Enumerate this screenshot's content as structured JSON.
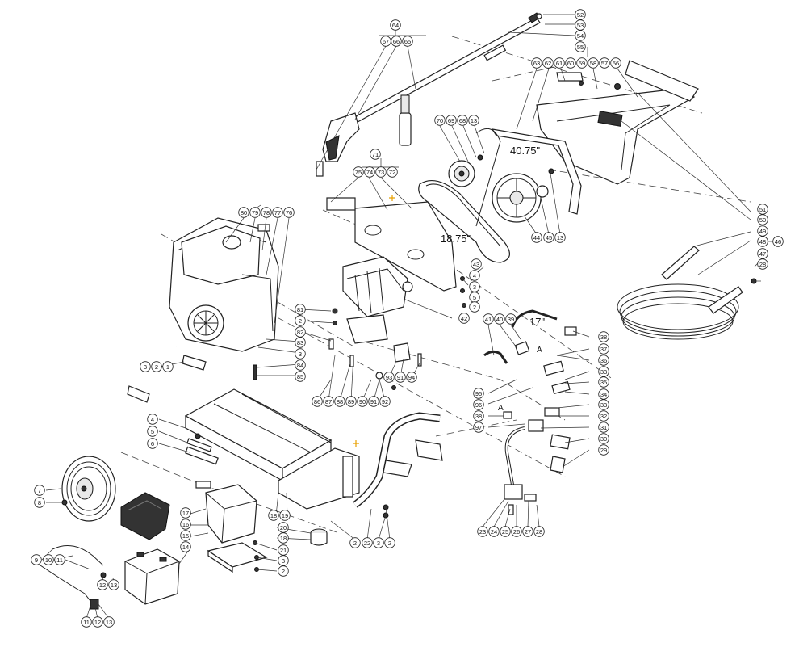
{
  "dimensions": [
    "40.75\"",
    "18.75\"",
    "17\""
  ],
  "callouts": {
    "c52": "52",
    "c53": "53",
    "c54": "54",
    "c55": "55",
    "c64": "64",
    "c67": "67",
    "c66": "66",
    "c65": "65",
    "c63": "63",
    "c62": "62",
    "c61": "61",
    "c60": "60",
    "c59": "59",
    "c58": "58",
    "c57": "57",
    "c56": "56",
    "c70": "70",
    "c69": "69",
    "c68": "68",
    "c13a": "13",
    "c71": "71",
    "c75": "75",
    "c74": "74",
    "c73": "73",
    "c72": "72",
    "c44": "44",
    "c45": "45",
    "c13b": "13",
    "c80": "80",
    "c79": "79",
    "c78": "78",
    "c77": "77",
    "c76": "76",
    "c43": "43",
    "c4a": "4",
    "c3a": "3",
    "c5a": "5",
    "c2a": "2",
    "c42": "42",
    "c51": "51",
    "c50": "50",
    "c49": "49",
    "c48": "48",
    "c46": "46",
    "c47": "47",
    "c28a": "28",
    "c81": "81",
    "c2b": "2",
    "c82": "82",
    "c83": "83",
    "c3b": "3",
    "c84": "84",
    "c85": "85",
    "c41": "41",
    "c40": "40",
    "c39": "39",
    "c38a": "38",
    "c37": "37",
    "c36": "36",
    "c33a": "33",
    "c35": "35",
    "c95": "95",
    "c34": "34",
    "c96": "96",
    "c33b": "33",
    "c38b": "38",
    "c32": "32",
    "c97": "97",
    "c31": "31",
    "c30": "30",
    "c29": "29",
    "c3c": "3",
    "c2c": "2",
    "c1": "1",
    "c86": "86",
    "c87": "87",
    "c88": "88",
    "c89": "89",
    "c90": "90",
    "c91a": "91",
    "c92": "92",
    "c93": "93",
    "c91b": "91",
    "c94": "94",
    "c4b": "4",
    "c5b": "5",
    "c6": "6",
    "c7": "7",
    "c8": "8",
    "c17": "17",
    "c16": "16",
    "c15": "15",
    "c14": "14",
    "c18a": "18",
    "c19": "19",
    "c20": "20",
    "c18b": "18",
    "c21": "21",
    "c3d": "3",
    "c2d": "2",
    "c2e": "2",
    "c22": "22",
    "c3e": "3",
    "c2f": "2",
    "c9": "9",
    "c10": "10",
    "c11a": "11",
    "c12a": "12",
    "c13c": "13",
    "c11b": "11",
    "c12b": "12",
    "c13d": "13",
    "c23": "23",
    "c24": "24",
    "c25": "25",
    "c26": "26",
    "c27": "27",
    "c28b": "28"
  },
  "markers": {
    "a1": "A",
    "a2": "A"
  }
}
